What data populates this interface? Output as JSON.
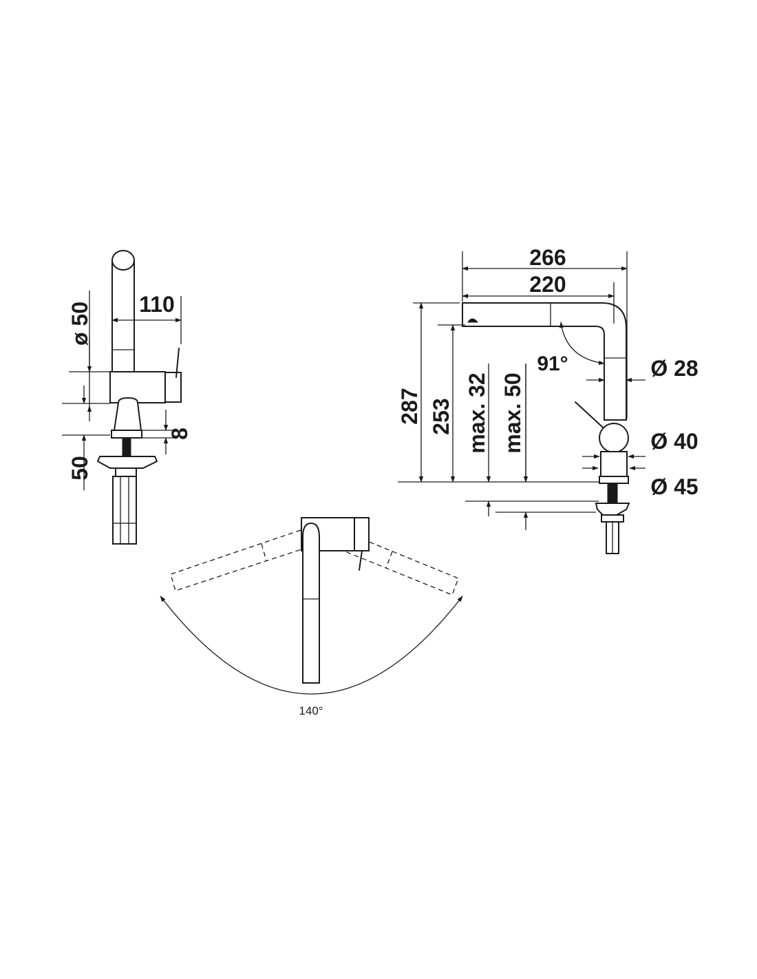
{
  "colors": {
    "ink": "#1a1a1a",
    "background": "#ffffff"
  },
  "side_view": {
    "dims": {
      "depth": "110",
      "spout_diameter": "ø 50",
      "hose_offset": "8",
      "base_height": "50"
    }
  },
  "front_view": {
    "dims": {
      "overall_width": "266",
      "spout_reach": "220",
      "spout_angle": "91°",
      "total_height": "287",
      "outlet_height": "253",
      "max_thickness_1": "max. 32",
      "max_thickness_2": "max. 50",
      "spout_diameter": "Ø 28",
      "body_diameter": "Ø 40",
      "base_diameter": "Ø 45"
    }
  },
  "top_view": {
    "dims": {
      "swivel_angle": "140°"
    }
  }
}
